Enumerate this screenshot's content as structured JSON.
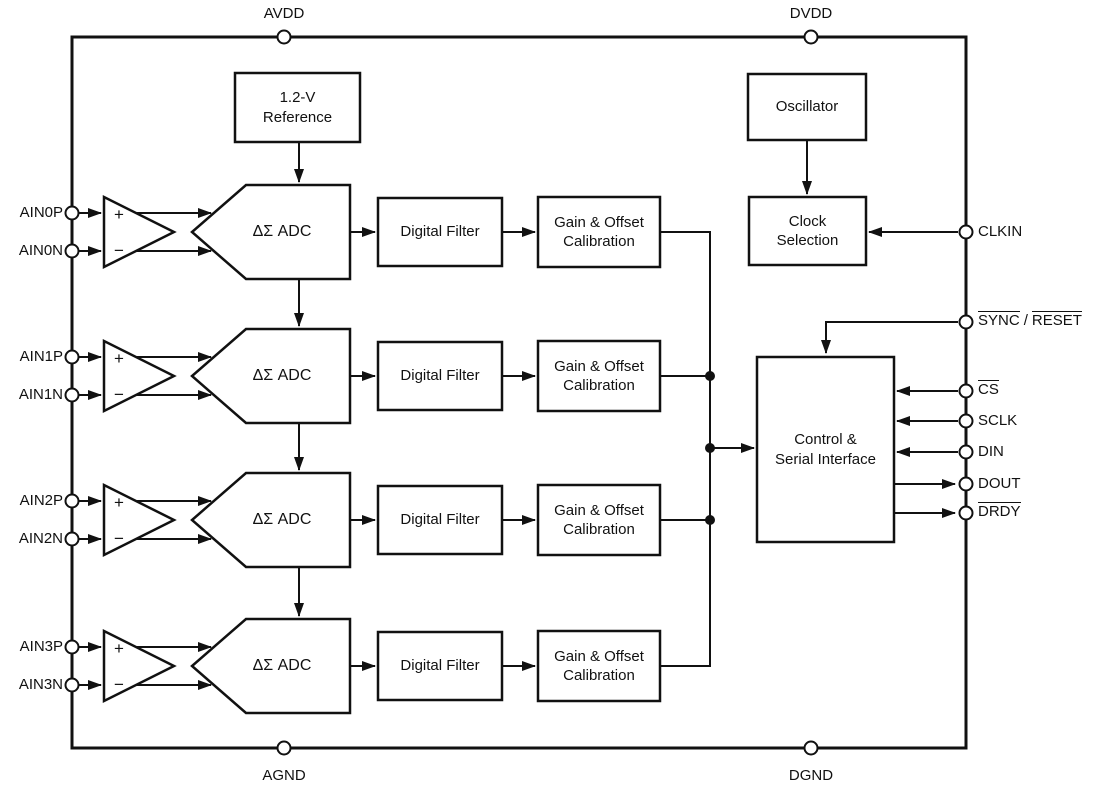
{
  "colors": {
    "line": "#111111",
    "background": "#ffffff"
  },
  "top_pins": {
    "avdd": "AVDD",
    "dvdd": "DVDD"
  },
  "bottom_pins": {
    "agnd": "AGND",
    "dgnd": "DGND"
  },
  "right_pins": {
    "clkin": "CLKIN",
    "sync": "SYNC",
    "separator": "/",
    "reset": "RESET",
    "cs": "CS",
    "sclk": "SCLK",
    "din": "DIN",
    "dout": "DOUT",
    "drdy": "DRDY"
  },
  "blocks": {
    "reference": "1.2-V\nReference",
    "oscillator": "Oscillator",
    "clock_selection": "Clock\nSelection",
    "control_serial": "Control &\nSerial Interface"
  },
  "channels": [
    {
      "pin_p": "AIN0P",
      "pin_n": "AIN0N",
      "plus": "+",
      "minus": "−",
      "adc": "ΔΣ ADC",
      "filter": "Digital Filter",
      "calibration": "Gain & Offset\nCalibration"
    },
    {
      "pin_p": "AIN1P",
      "pin_n": "AIN1N",
      "plus": "+",
      "minus": "−",
      "adc": "ΔΣ ADC",
      "filter": "Digital Filter",
      "calibration": "Gain & Offset\nCalibration"
    },
    {
      "pin_p": "AIN2P",
      "pin_n": "AIN2N",
      "plus": "+",
      "minus": "−",
      "adc": "ΔΣ ADC",
      "filter": "Digital Filter",
      "calibration": "Gain & Offset\nCalibration"
    },
    {
      "pin_p": "AIN3P",
      "pin_n": "AIN3N",
      "plus": "+",
      "minus": "−",
      "adc": "ΔΣ ADC",
      "filter": "Digital Filter",
      "calibration": "Gain & Offset\nCalibration"
    }
  ]
}
